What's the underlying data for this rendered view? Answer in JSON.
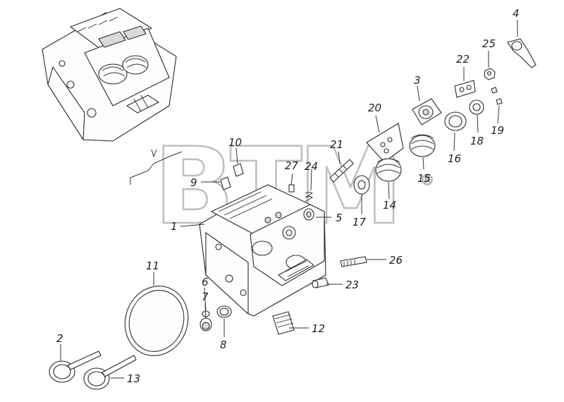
{
  "watermark": {
    "text": "BTM",
    "registered": "®"
  },
  "callouts": [
    {
      "id": "1",
      "text": "1"
    },
    {
      "id": "2",
      "text": "2"
    },
    {
      "id": "3",
      "text": "3"
    },
    {
      "id": "4",
      "text": "4"
    },
    {
      "id": "5",
      "text": "5"
    },
    {
      "id": "6",
      "text": "6"
    },
    {
      "id": "7",
      "text": "7"
    },
    {
      "id": "8",
      "text": "8"
    },
    {
      "id": "9",
      "text": "9"
    },
    {
      "id": "10",
      "text": "10"
    },
    {
      "id": "11",
      "text": "11"
    },
    {
      "id": "12",
      "text": "12"
    },
    {
      "id": "13",
      "text": "13"
    },
    {
      "id": "14",
      "text": "14"
    },
    {
      "id": "15",
      "text": "15"
    },
    {
      "id": "16",
      "text": "16"
    },
    {
      "id": "17",
      "text": "17"
    },
    {
      "id": "18",
      "text": "18"
    },
    {
      "id": "19",
      "text": "19"
    },
    {
      "id": "20",
      "text": "20"
    },
    {
      "id": "21",
      "text": "21"
    },
    {
      "id": "22",
      "text": "22"
    },
    {
      "id": "23",
      "text": "23"
    },
    {
      "id": "24",
      "text": "24"
    },
    {
      "id": "25",
      "text": "25"
    },
    {
      "id": "26",
      "text": "26"
    },
    {
      "id": "27",
      "text": "27"
    }
  ]
}
